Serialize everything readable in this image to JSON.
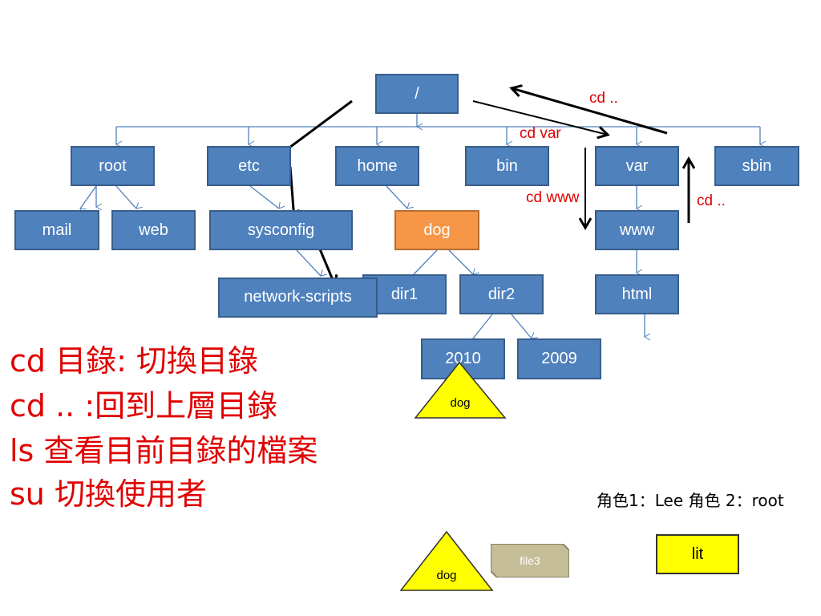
{
  "tree": {
    "root_dir": "/",
    "level1": [
      "root",
      "etc",
      "home",
      "bin",
      "var",
      "sbin"
    ],
    "level2": [
      "mail",
      "web",
      "sysconfig",
      "dog",
      "www"
    ],
    "level3": [
      "network-scripts",
      "dir1",
      "dir2",
      "html"
    ],
    "level4": [
      "2010",
      "2009"
    ]
  },
  "annotations": {
    "cd_up_top": "cd   ..",
    "cd_var": "cd   var",
    "cd_www": "cd   www",
    "cd_up_right": "cd   .."
  },
  "commands": [
    "cd  目錄: 切換目錄",
    "cd ..   :回到上層目錄",
    "ls   查看目前目錄的檔案",
    "su  切換使用者"
  ],
  "shapes": {
    "triangle_top": "dog",
    "triangle_bottom": "dog",
    "file_tag": "file3",
    "lit_box": "lit"
  },
  "roles": "角色1：Lee  角色 2：root",
  "colors": {
    "node_fill": "#4f81bd",
    "node_selected": "#f79646",
    "connector": "#4f81bd",
    "annotation": "#e00000",
    "triangle": "#ffff00",
    "file_tag": "#c4bd97"
  }
}
